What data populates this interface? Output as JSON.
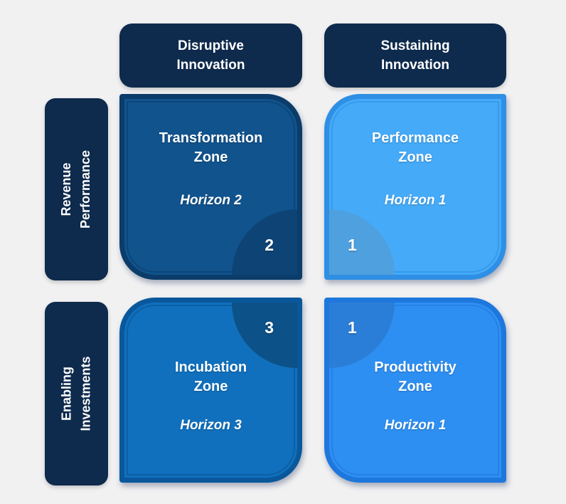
{
  "colors": {
    "bg": "#F1F1F2",
    "navy": "#0E2A4C",
    "q1_fill": "#11538D",
    "q1_frame": "#0B3C6A",
    "q1_line": "#0C4679",
    "q1_disc": "#0E4475",
    "q2_fill": "#45AAF8",
    "q2_frame": "#2F8FE4",
    "q2_line": "#379BEC",
    "q2_disc": "#4FA0DF",
    "q3_fill": "#1070BD",
    "q3_frame": "#09589B",
    "q3_line": "#0B5FA4",
    "q3_disc": "#0C5188",
    "q4_fill": "#2E8FF2",
    "q4_frame": "#1E77DC",
    "q4_line": "#2680E2",
    "q4_disc": "#2B7ED7",
    "text": "#FFFFFF"
  },
  "matrix": {
    "col_headers": [
      {
        "line1": "Disruptive",
        "line2": "Innovation"
      },
      {
        "line1": "Sustaining",
        "line2": "Innovation"
      }
    ],
    "row_headers": [
      {
        "line1": "Revenue",
        "line2": "Performance"
      },
      {
        "line1": "Enabling",
        "line2": "Investments"
      }
    ],
    "quadrants": [
      {
        "name": "transformation-zone",
        "title1": "Transformation",
        "title2": "Zone",
        "horizon": "Horizon 2",
        "badge": "2"
      },
      {
        "name": "performance-zone",
        "title1": "Performance",
        "title2": "Zone",
        "horizon": "Horizon 1",
        "badge": "1"
      },
      {
        "name": "incubation-zone",
        "title1": "Incubation",
        "title2": "Zone",
        "horizon": "Horizon 3",
        "badge": "3"
      },
      {
        "name": "productivity-zone",
        "title1": "Productivity",
        "title2": "Zone",
        "horizon": "Horizon 1",
        "badge": "1"
      }
    ]
  }
}
